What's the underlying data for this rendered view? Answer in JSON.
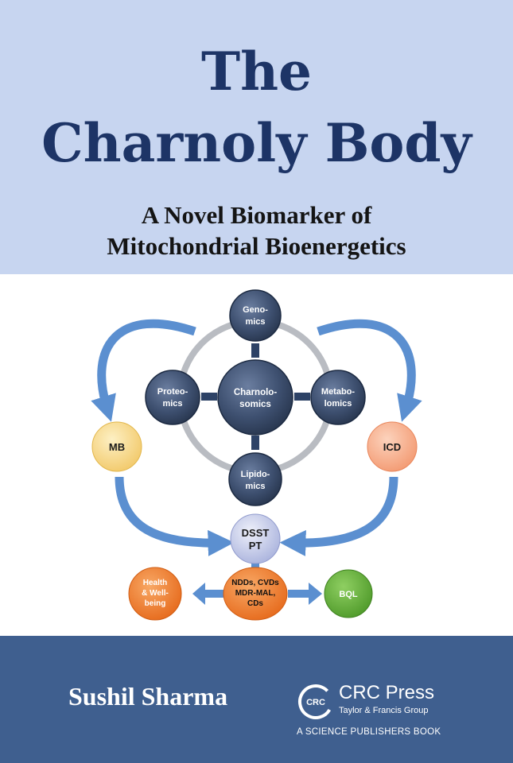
{
  "book": {
    "title_line1": "The",
    "title_line2": "Charnoly Body",
    "subtitle_line1": "A Novel Biomarker of",
    "subtitle_line2": "Mitochondrial Bioenergetics",
    "author": "Sushil Sharma"
  },
  "publisher": {
    "logo_text": "CRC",
    "name": "CRC Press",
    "group": "Taylor & Francis Group",
    "tagline": "A SCIENCE PUBLISHERS BOOK"
  },
  "diagram": {
    "center": [
      "Charnolo-",
      "somics"
    ],
    "genomics": [
      "Geno-",
      "mics"
    ],
    "proteomics": [
      "Proteo-",
      "mics"
    ],
    "metabolomics": [
      "Metabo-",
      "lomics"
    ],
    "lipidomics": [
      "Lipido-",
      "mics"
    ],
    "mb": [
      "MB"
    ],
    "icd": [
      "ICD"
    ],
    "dsst": [
      "DSST",
      "PT"
    ],
    "health": [
      "Health",
      "& Well-",
      "being"
    ],
    "ndds": [
      "NDDs, CVDs",
      "MDR-MAL,",
      "CDs"
    ],
    "bql": [
      "BQL"
    ]
  },
  "colors": {
    "top_band": "#c7d5f0",
    "title": "#1d3466",
    "bottom_band": "#3f5f8f",
    "omics_node": "#3e5070",
    "arrow_blue": "#5b8fd0",
    "ring": "#b9bcc2",
    "mb_node": "#f7d98a",
    "icd_node": "#f6ad88",
    "dsst_node": "#c7cde9",
    "orange_node": "#ee7a2c",
    "bql_node": "#63ad3c"
  }
}
